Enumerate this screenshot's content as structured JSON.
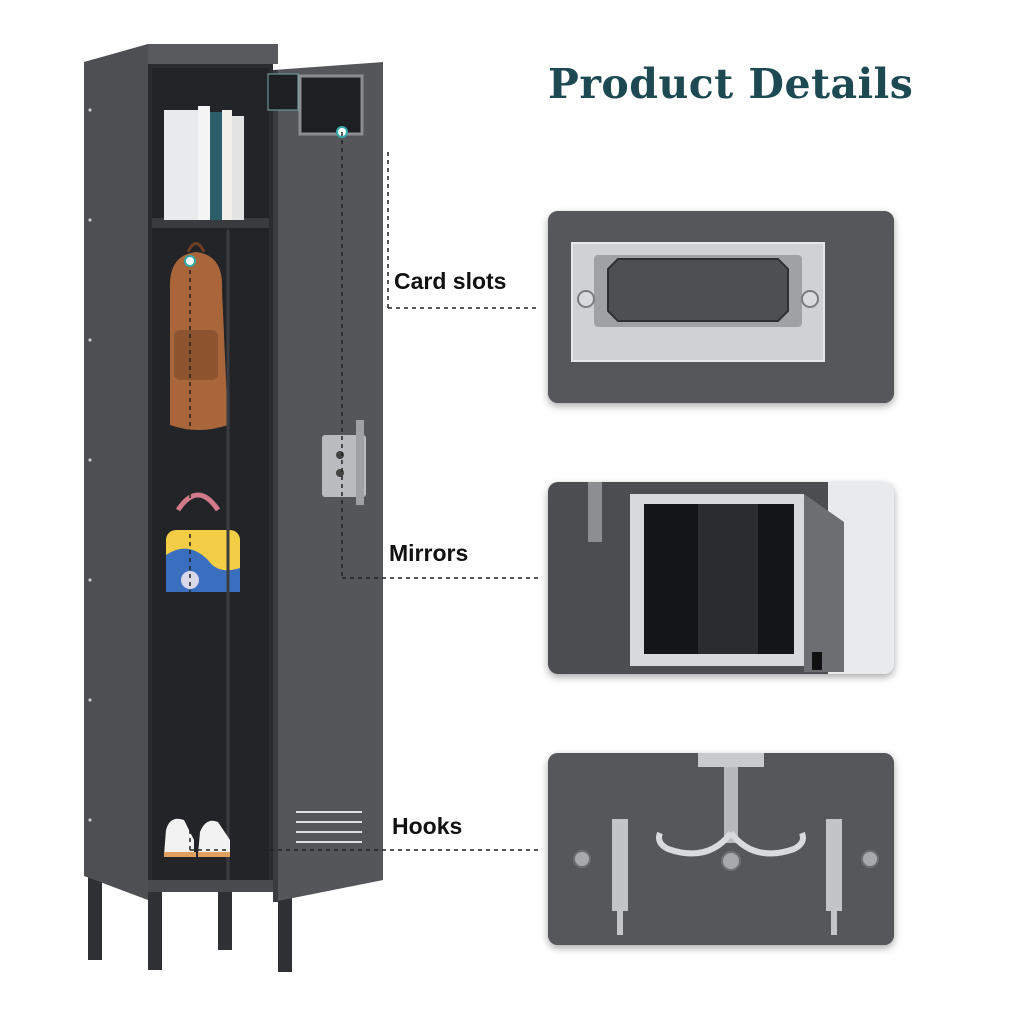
{
  "title": "Product Details",
  "colors": {
    "title": "#1d4a52",
    "locker_body": "#4a4b4f",
    "panel_bg": "#55575b",
    "accent_leader": "#222222"
  },
  "features": [
    {
      "label": "Card slots",
      "icon": "card-slot-detail"
    },
    {
      "label": "Mirrors",
      "icon": "mirror-detail"
    },
    {
      "label": "Hooks",
      "icon": "hooks-detail"
    }
  ],
  "locker": {
    "icon": "single-door-locker"
  }
}
